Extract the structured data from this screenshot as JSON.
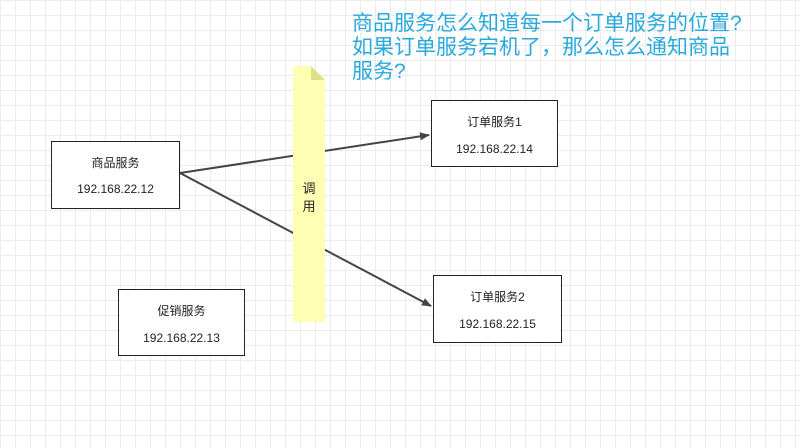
{
  "question": "商品服务怎么知道每一个订单服务的位置?\n如果订单服务宕机了，那么怎么通知商品\n服务?",
  "note": {
    "label": "调\n用",
    "fill": "#ffffb3",
    "fold_fill": "#e0e08a"
  },
  "services": {
    "product": {
      "name": "商品服务",
      "ip": "192.168.22.12"
    },
    "order1": {
      "name": "订单服务1",
      "ip": "192.168.22.14"
    },
    "order2": {
      "name": "订单服务2",
      "ip": "192.168.22.15"
    },
    "promotion": {
      "name": "促销服务",
      "ip": "192.168.22.13"
    }
  },
  "edges": [
    {
      "from": "product",
      "to": "order1"
    },
    {
      "from": "product",
      "to": "order2"
    }
  ],
  "colors": {
    "question_text": "#2aa9dd",
    "edge": "#444444",
    "grid": "#ececec"
  }
}
